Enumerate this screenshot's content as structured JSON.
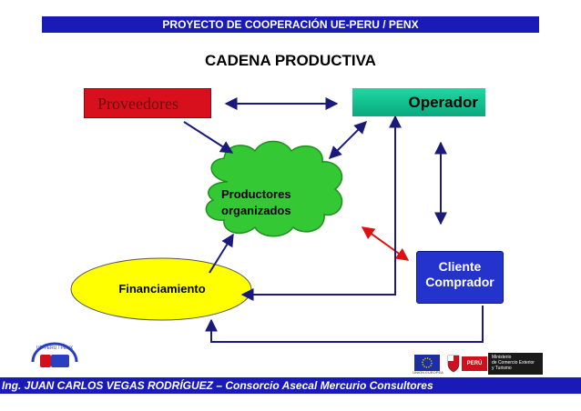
{
  "header": {
    "project": "PROYECTO DE COOPERACIÓN UE-PERU / PENX"
  },
  "title": "CADENA PRODUCTIVA",
  "nodes": {
    "proveedores": "Proveedores",
    "operador": "Operador",
    "productores": [
      "Productores",
      "organizados"
    ],
    "cliente": [
      "Cliente",
      "Comprador"
    ],
    "financiamiento": "Financiamiento"
  },
  "footer": {
    "credit": "Ing. JUAN CARLOS VEGAS RODRÍGUEZ – Consorcio Asecal Mercurio Consultores"
  },
  "logos": {
    "left_logo_text": "UE-PERU / PENX",
    "peru_badge": "PERÚ",
    "ministry": [
      "Ministerio",
      "de Comercio Exterior",
      "y Turismo"
    ],
    "eu_caption": "UNIÓN EUROPEA"
  },
  "colors": {
    "header_bar": "#1a1ab8",
    "proveedores": "#d8101e",
    "operador": "#12c792",
    "cliente": "#2433cc",
    "cloud": "#34c934",
    "financiamiento": "#ffff00",
    "arrow": "#1a1a7a",
    "red_arrow": "#e01010"
  }
}
